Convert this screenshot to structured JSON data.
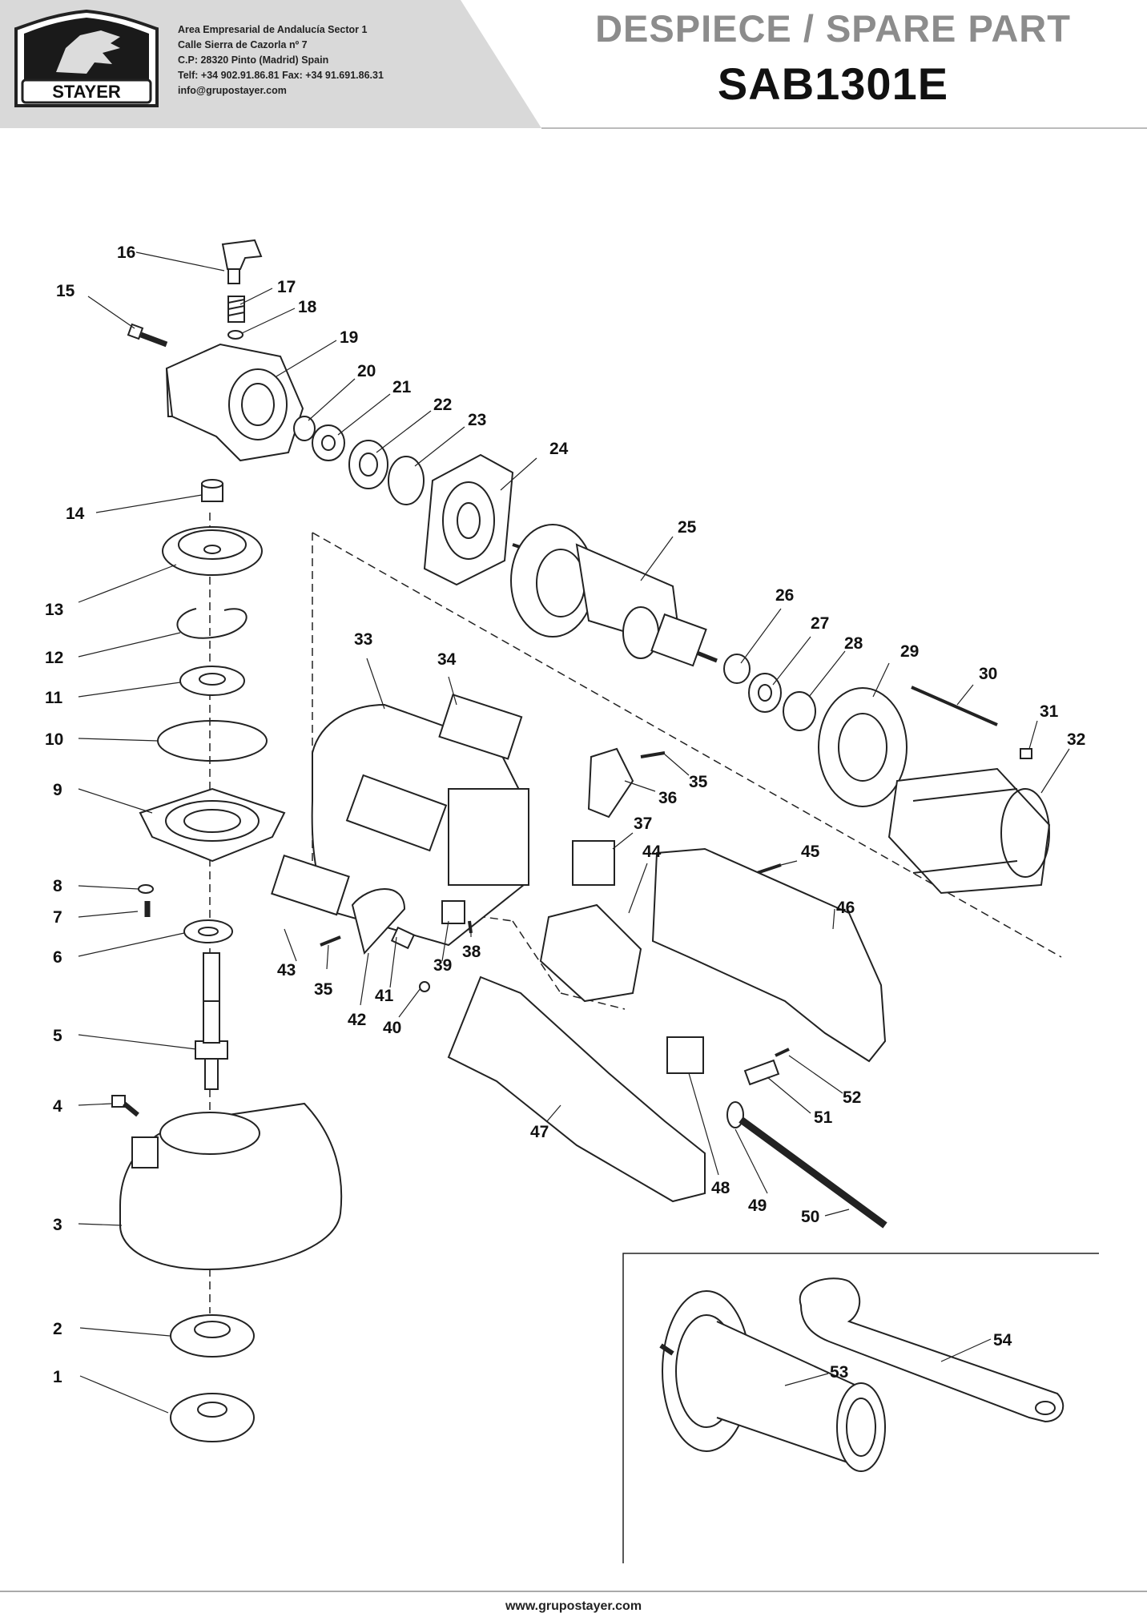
{
  "brand": {
    "logo_text": "STAYER"
  },
  "company": {
    "lines": [
      "Area Empresarial de Andalucía Sector 1",
      "Calle Sierra de Cazorla nº 7",
      "C.P: 28320 Pinto (Madrid) Spain",
      "Telf: +34 902.91.86.81 Fax: +34 91.691.86.31",
      "info@grupostayer.com"
    ]
  },
  "header": {
    "title": "DESPIECE / SPARE PART",
    "model": "SAB1301E"
  },
  "parts": [
    "1",
    "2",
    "3",
    "4",
    "5",
    "6",
    "7",
    "8",
    "9",
    "10",
    "11",
    "12",
    "13",
    "14",
    "15",
    "16",
    "17",
    "18",
    "19",
    "20",
    "21",
    "22",
    "23",
    "24",
    "25",
    "26",
    "27",
    "28",
    "29",
    "30",
    "31",
    "32",
    "33",
    "34",
    "35",
    "36",
    "37",
    "38",
    "39",
    "40",
    "41",
    "42",
    "43",
    "44",
    "45",
    "46",
    "47",
    "48",
    "49",
    "50",
    "51",
    "52",
    "53",
    "54"
  ],
  "extra_labels": [
    "35"
  ],
  "footer": {
    "url": "www.grupostayer.com"
  }
}
